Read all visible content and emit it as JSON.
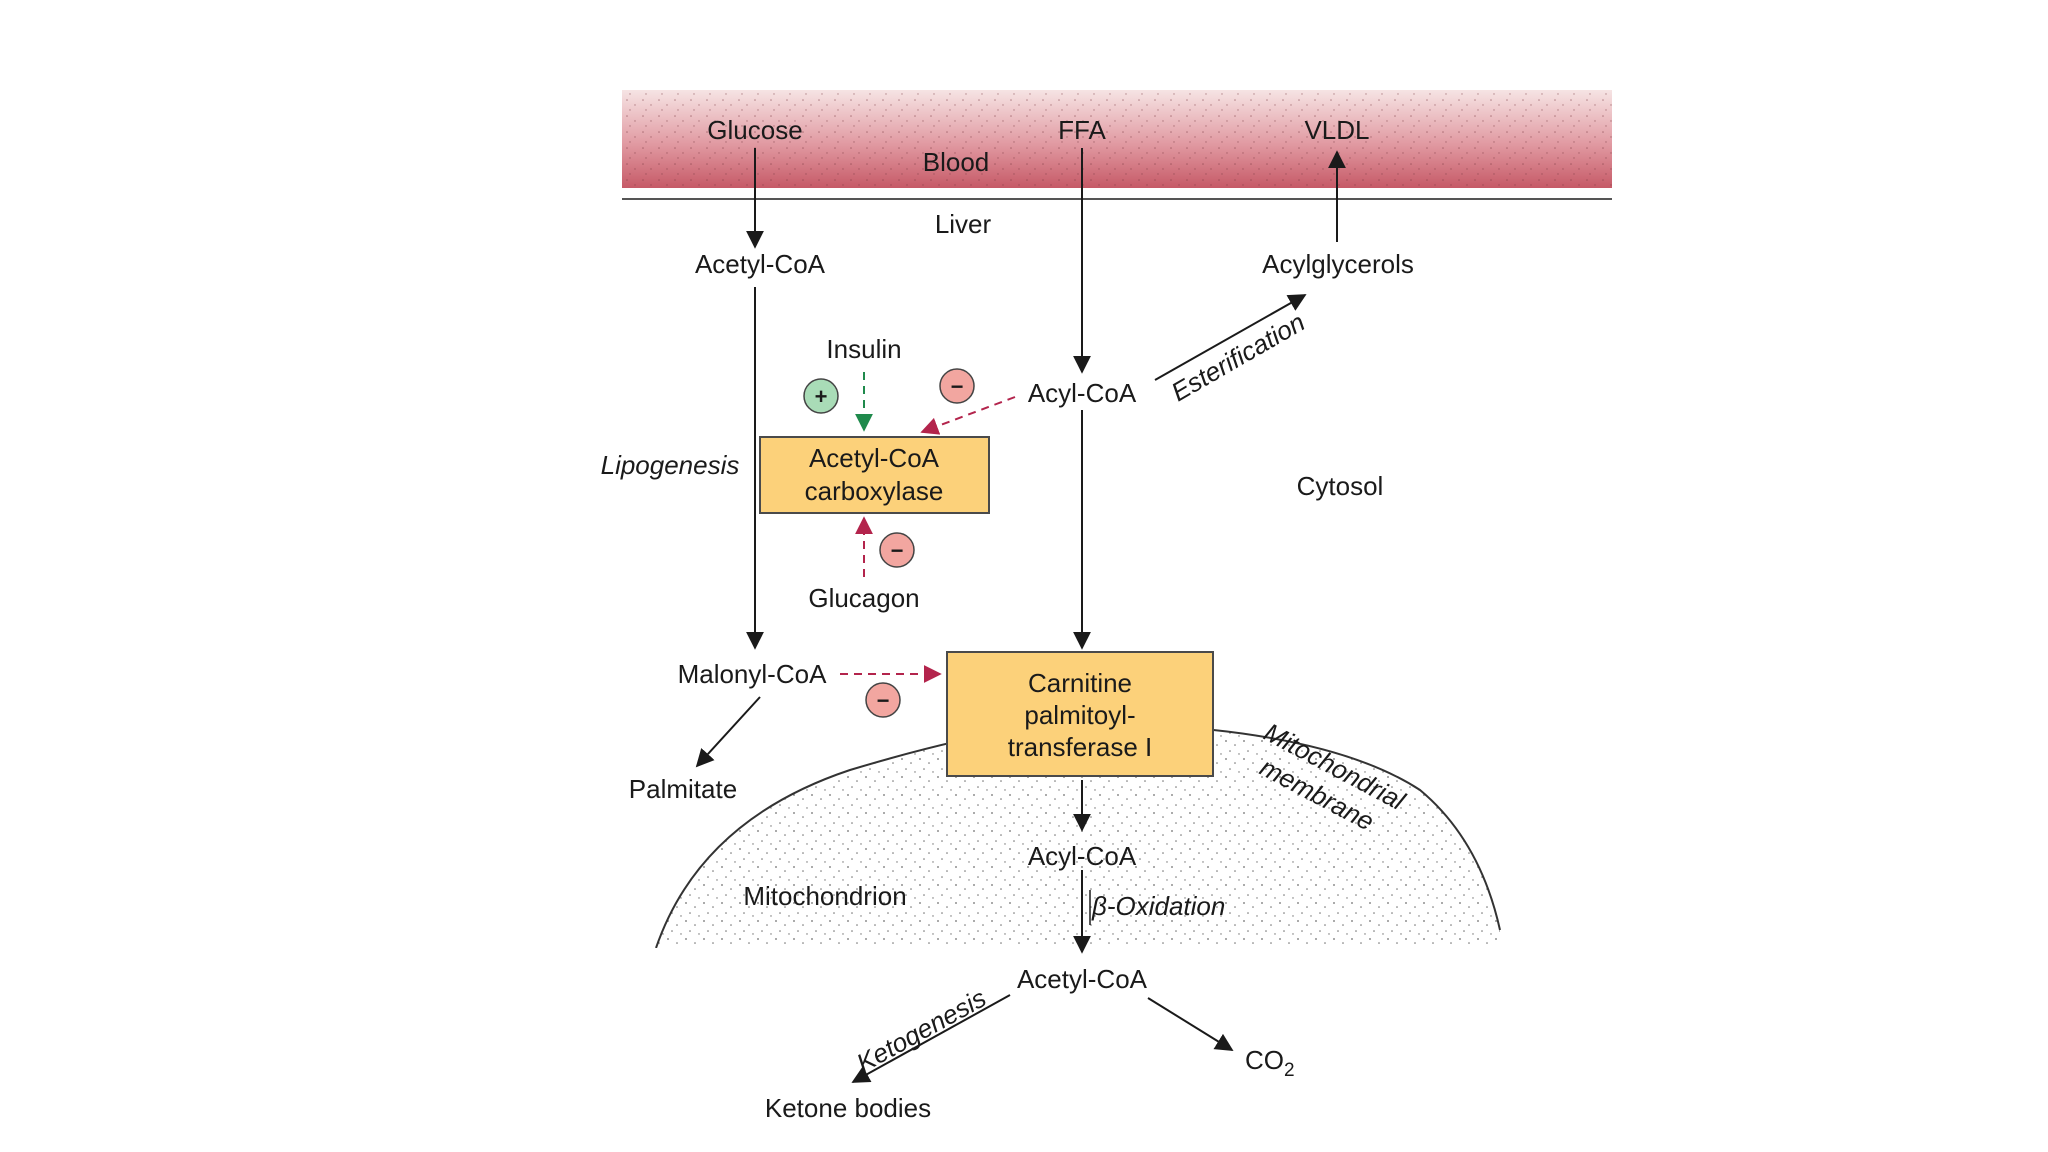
{
  "regions": {
    "blood": "Blood",
    "liver": "Liver",
    "cytosol": "Cytosol",
    "mitochondrion": "Mitochondrion",
    "mito_membrane_line1": "Mitochondrial",
    "mito_membrane_line2": "membrane"
  },
  "blood_labels": {
    "glucose": "Glucose",
    "ffa": "FFA",
    "vldl": "VLDL"
  },
  "metabolites": {
    "acetyl_coa_top": "Acetyl-CoA",
    "acylglycerols": "Acylglycerols",
    "acyl_coa_cytosol": "Acyl-CoA",
    "malonyl_coa": "Malonyl-CoA",
    "palmitate": "Palmitate",
    "acyl_coa_mito": "Acyl-CoA",
    "acetyl_coa_mito": "Acetyl-CoA",
    "ketone_bodies": "Ketone bodies",
    "co2": "CO",
    "co2_sub": "2"
  },
  "hormones": {
    "insulin": "Insulin",
    "glucagon": "Glucagon"
  },
  "enzymes": {
    "acc_line1": "Acetyl-CoA",
    "acc_line2": "carboxylase",
    "cpt_line1": "Carnitine",
    "cpt_line2": "palmitoyl-",
    "cpt_line3": "transferase I"
  },
  "processes": {
    "lipogenesis": "Lipogenesis",
    "esterification": "Esterification",
    "beta_oxidation": "β-Oxidation",
    "ketogenesis": "Ketogenesis"
  },
  "signs": {
    "plus": "+",
    "minus": "−"
  },
  "colors": {
    "blood_top": "#f4dcdc",
    "blood_bottom": "#c95f6b",
    "enzyme_fill": "#fcd17a",
    "enzyme_stroke": "#4a4a4a",
    "activation": "#1f8a4c",
    "inhibition": "#b3244c",
    "plus_fill": "#a9dcb7",
    "minus_fill": "#f2a6a0",
    "arrow": "#1a1a1a"
  }
}
